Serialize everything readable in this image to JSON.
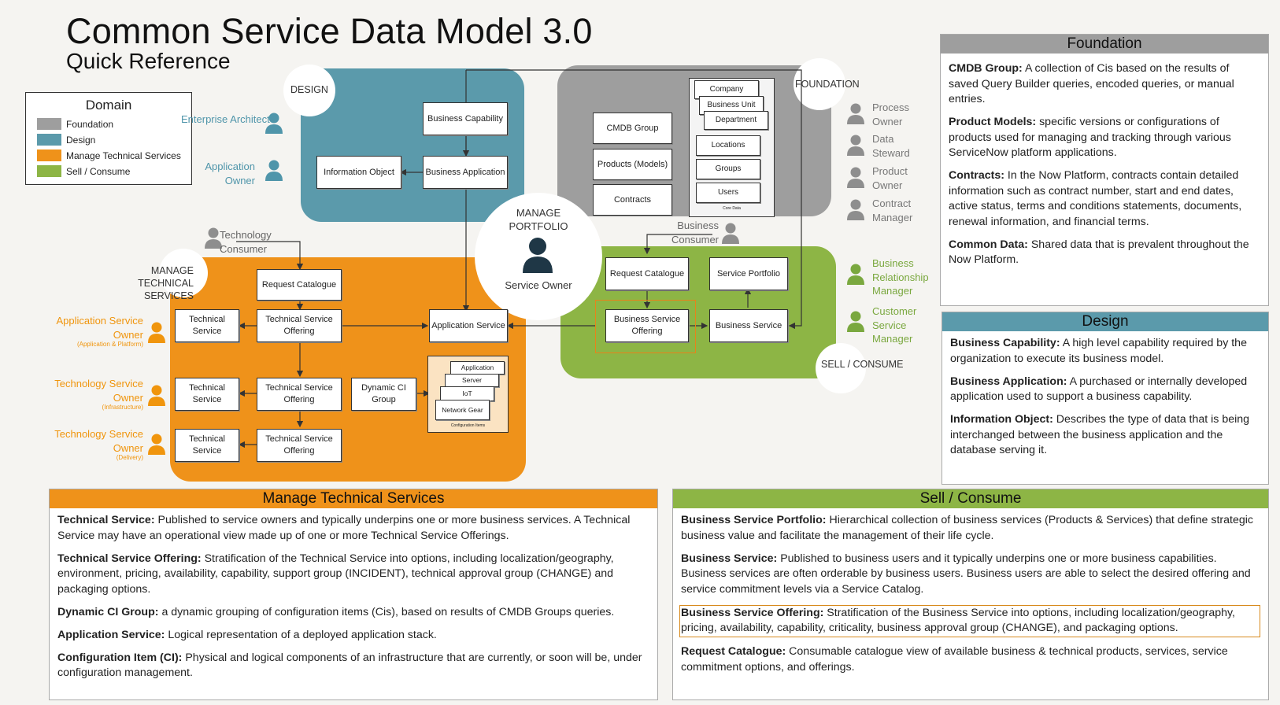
{
  "header": {
    "title": "Common Service Data Model 3.0",
    "subtitle": "Quick Reference"
  },
  "legend": {
    "title": "Domain",
    "items": [
      {
        "label": "Foundation",
        "color": "#9e9e9e"
      },
      {
        "label": "Design",
        "color": "#5b9aab"
      },
      {
        "label": "Manage Technical Services",
        "color": "#ef921a"
      },
      {
        "label": "Sell / Consume",
        "color": "#8db545"
      }
    ]
  },
  "colors": {
    "foundation": "#9e9e9e",
    "design": "#5b9aab",
    "manage": "#ef921a",
    "sell": "#8db545",
    "person_blue": "#4f95aa",
    "person_gray": "#8e8e8e",
    "person_orange": "#f0950d",
    "person_green": "#7aa83f",
    "person_dark": "#1f3746",
    "highlight": "#e8821a"
  },
  "diagram": {
    "design": {
      "label": "DESIGN",
      "business_capability": "Business Capability",
      "business_application": "Business Application",
      "information_object": "Information Object",
      "roles": {
        "enterprise_architect": "Enterprise Architect",
        "application_owner": "Application Owner"
      }
    },
    "foundation": {
      "label": "FOUNDATION",
      "cmdb_group": "CMDB Group",
      "products_models": "Products (Models)",
      "contracts": "Contracts",
      "core_data": {
        "company": "Company",
        "business_unit": "Business Unit",
        "department": "Department",
        "locations": "Locations",
        "groups": "Groups",
        "users": "Users",
        "caption": "Core Data"
      },
      "roles": {
        "process_owner": "Process Owner",
        "data_steward": "Data Steward",
        "product_owner": "Product Owner",
        "contract_manager": "Contract Manager"
      }
    },
    "portfolio": {
      "label": "MANAGE PORTFOLIO",
      "service_owner": "Service Owner"
    },
    "manage": {
      "label": "MANAGE TECHNICAL SERVICES",
      "technology_consumer": "Technology Consumer",
      "request_catalogue": "Request Catalogue",
      "technical_service": "Technical Service",
      "technical_service_offering": "Technical Service Offering",
      "application_service": "Application Service",
      "dynamic_ci_group": "Dynamic CI Group",
      "ci_stack": {
        "application": "Application",
        "server": "Server",
        "iot": "IoT",
        "network_gear": "Network Gear",
        "caption": "Configuration Items"
      },
      "roles": {
        "app_service_owner": "Application Service Owner",
        "app_service_owner_sub": "(Application & Platform)",
        "tech_service_owner_infra": "Technology Service Owner",
        "tech_service_owner_infra_sub": "(Infrastructure)",
        "tech_service_owner_delivery": "Technology Service Owner",
        "tech_service_owner_delivery_sub": "(Delivery)"
      }
    },
    "sell": {
      "label": "SELL / CONSUME",
      "business_consumer": "Business Consumer",
      "request_catalogue": "Request Catalogue",
      "service_portfolio": "Service Portfolio",
      "business_service_offering": "Business Service Offering",
      "business_service": "Business Service",
      "roles": {
        "brm": "Business Relationship Manager",
        "csm": "Customer Service Manager"
      }
    }
  },
  "foundation_panel": {
    "heading": "Foundation",
    "items": [
      {
        "term": "CMDB Group:",
        "desc": " A collection of Cis based on the results of saved Query Builder queries, encoded queries, or manual entries."
      },
      {
        "term": "Product Models:",
        "desc": " specific versions or configurations of products used for managing and tracking through various ServiceNow platform applications."
      },
      {
        "term": "Contracts:",
        "desc": " In the Now Platform, contracts contain detailed information such as contract number, start and end dates, active status, terms and conditions statements, documents, renewal information, and financial terms."
      },
      {
        "term": "Common Data:",
        "desc": " Shared data that is prevalent throughout the Now Platform."
      }
    ]
  },
  "design_panel": {
    "heading": "Design",
    "items": [
      {
        "term": "Business Capability:",
        "desc": " A high level capability required by the organization to execute its business model."
      },
      {
        "term": "Business Application:",
        "desc": " A purchased or internally developed application used to support a business capability."
      },
      {
        "term": "Information Object:",
        "desc": "  Describes the type of data that is being interchanged between the business application and the database serving it."
      }
    ]
  },
  "manage_panel": {
    "heading": "Manage Technical Services",
    "items": [
      {
        "term": "Technical Service:",
        "desc": " Published to service owners and typically underpins one or more business services. A Technical Service may have an operational view made up of one or more Technical Service Offerings."
      },
      {
        "term": "Technical Service Offering:",
        "desc": " Stratification of the Technical Service into options, including localization/geography, environment, pricing, availability, capability, support group (INCIDENT), technical approval group (CHANGE) and packaging options."
      },
      {
        "term": "Dynamic CI Group:",
        "desc": " a dynamic grouping of configuration items (Cis), based on results of CMDB Groups queries."
      },
      {
        "term": "Application Service:",
        "desc": " Logical representation of a deployed application stack."
      },
      {
        "term": "Configuration Item (CI):",
        "desc": " Physical and logical components of an infrastructure that are currently, or soon will be, under configuration management."
      }
    ]
  },
  "sell_panel": {
    "heading": "Sell / Consume",
    "items": [
      {
        "term": "Business Service Portfolio:",
        "desc": " Hierarchical collection of business services (Products & Services) that define strategic business value and facilitate the management of their life cycle."
      },
      {
        "term": "Business Service:",
        "desc": "  Published to business users and it typically underpins one or more business capabilities. Business services are often orderable by business users. Business users are able to select the desired offering and service commitment levels via a Service Catalog."
      },
      {
        "term": "Business Service Offering:",
        "desc": " Stratification of the Business Service into options, including localization/geography, pricing, availability, capability, criticality, business approval group (CHANGE), and packaging options."
      },
      {
        "term": "Request Catalogue:",
        "desc": " Consumable catalogue view of available business & technical products, services, service commitment options, and offerings."
      }
    ]
  }
}
